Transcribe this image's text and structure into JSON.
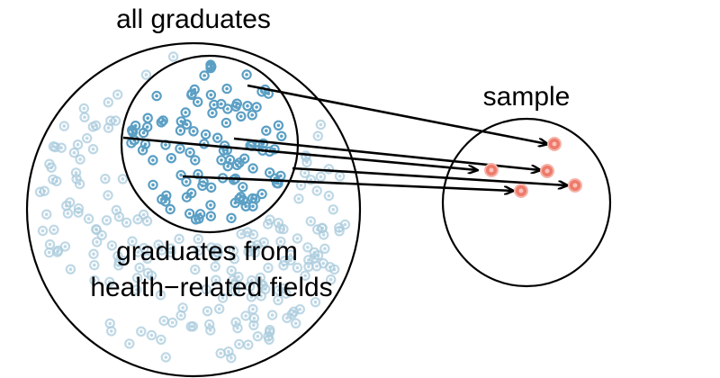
{
  "labels": {
    "population": "all graduates",
    "sample": "sample",
    "subgroup_line1": "graduates from",
    "subgroup_line2": "health−related fields"
  },
  "colors": {
    "outer_points": "#a9cbdc",
    "subgroup_points": "#5b9fc4",
    "sample_points": "#ee7a6a",
    "lines": "#000000"
  }
}
